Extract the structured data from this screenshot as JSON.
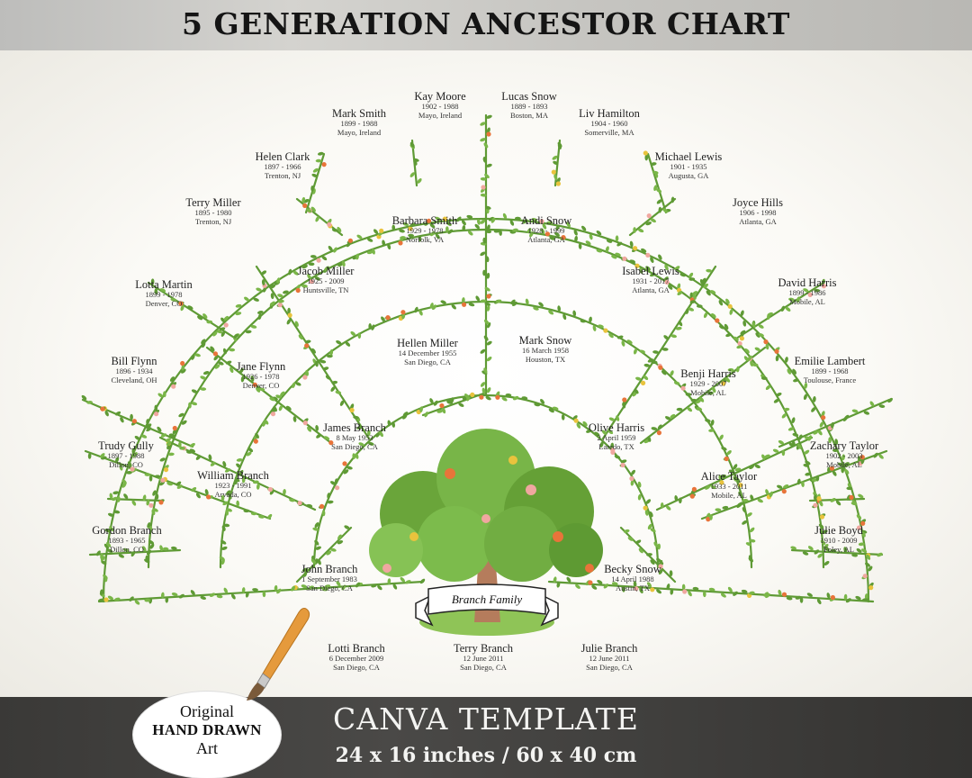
{
  "header": {
    "title": "5 GENERATION ANCESTOR CHART"
  },
  "family_banner": "Branch Family",
  "people": {
    "kay_moore": {
      "name": "Kay Moore",
      "dates": "1902 - 1988",
      "place": "Mayo, Ireland"
    },
    "lucas_snow": {
      "name": "Lucas Snow",
      "dates": "1889 - 1893",
      "place": "Boston, MA"
    },
    "mark_smith": {
      "name": "Mark Smith",
      "dates": "1899 - 1988",
      "place": "Mayo, Ireland"
    },
    "liv_hamilton": {
      "name": "Liv Hamilton",
      "dates": "1904 - 1960",
      "place": "Somerville, MA"
    },
    "helen_clark": {
      "name": "Helen Clark",
      "dates": "1897 - 1966",
      "place": "Trenton, NJ"
    },
    "michael_lewis": {
      "name": "Michael Lewis",
      "dates": "1901 - 1935",
      "place": "Augusta, GA"
    },
    "terry_miller": {
      "name": "Terry Miller",
      "dates": "1895 - 1980",
      "place": "Trenton, NJ"
    },
    "joyce_hills": {
      "name": "Joyce Hills",
      "dates": "1906 - 1998",
      "place": "Atlanta, GA"
    },
    "barbara_smith": {
      "name": "Barbara Smith",
      "dates": "1929 - 1978",
      "place": "Norfolk, VA"
    },
    "andi_snow": {
      "name": "Andi Snow",
      "dates": "1928 - 1999",
      "place": "Atlanta, GA"
    },
    "lotta_martin": {
      "name": "Lotta Martin",
      "dates": "1899 - 1978",
      "place": "Denver, CO"
    },
    "jacob_miller": {
      "name": "Jacob Miller",
      "dates": "1925 - 2009",
      "place": "Huntsville, TN"
    },
    "isabel_lewis": {
      "name": "Isabel Lewis",
      "dates": "1931 - 2017",
      "place": "Atlanta, GA"
    },
    "david_harris": {
      "name": "David Harris",
      "dates": "1899 - 1986",
      "place": "Mobile, AL"
    },
    "hellen_miller": {
      "name": "Hellen Miller",
      "dates": "14 December 1955",
      "place": "San Diego, CA"
    },
    "mark_snow": {
      "name": "Mark Snow",
      "dates": "16 March 1958",
      "place": "Houston, TX"
    },
    "bill_flynn": {
      "name": "Bill Flynn",
      "dates": "1896 - 1934",
      "place": "Cleveland, OH"
    },
    "jane_flynn": {
      "name": "Jane Flynn",
      "dates": "1926 - 1978",
      "place": "Denver, CO"
    },
    "benji_harris": {
      "name": "Benji Harris",
      "dates": "1929 - 2007",
      "place": "Mobile, AL"
    },
    "emilie_lambert": {
      "name": "Emilie Lambert",
      "dates": "1899 - 1968",
      "place": "Toulouse, France"
    },
    "james_branch": {
      "name": "James Branch",
      "dates": "8 May 1953",
      "place": "San Diego, CA"
    },
    "olive_harris": {
      "name": "Olive Harris",
      "dates": "2 April 1959",
      "place": "Laredo, TX"
    },
    "trudy_gully": {
      "name": "Trudy Gully",
      "dates": "1897 - 1988",
      "place": "Dillon, CO"
    },
    "zachary_taylor": {
      "name": "Zachary Taylor",
      "dates": "1902 - 2003",
      "place": "Mobile, AL"
    },
    "william_branch": {
      "name": "William Branch",
      "dates": "1923 - 1991",
      "place": "Arvada, CO"
    },
    "alice_taylor": {
      "name": "Alice Taylor",
      "dates": "1933 - 2011",
      "place": "Mobile, AL"
    },
    "gordon_branch": {
      "name": "Gordon Branch",
      "dates": "1893 - 1965",
      "place": "Dillon, CO"
    },
    "julie_boyd": {
      "name": "Julie Boyd",
      "dates": "1910 - 2009",
      "place": "Foley, AL"
    },
    "john_branch": {
      "name": "John Branch",
      "dates": "1 September 1983",
      "place": "San Diego, CA"
    },
    "becky_snow": {
      "name": "Becky Snow",
      "dates": "14 April 1988",
      "place": "Austin, TX"
    },
    "lotti_branch": {
      "name": "Lotti Branch",
      "dates": "6 December 2009",
      "place": "San Diego, CA"
    },
    "terry_branch": {
      "name": "Terry Branch",
      "dates": "12 June 2011",
      "place": "San Diego, CA"
    },
    "julie_branch": {
      "name": "Julie Branch",
      "dates": "12 June 2011",
      "place": "San Diego, CA"
    }
  },
  "badge": {
    "line1": "Original",
    "line2": "HAND DRAWN",
    "line3": "Art"
  },
  "footer": {
    "title": "CANVA TEMPLATE",
    "size": "24 x 16 inches / 60 x 40 cm"
  },
  "colors": {
    "vine": "#5f9a35",
    "leaf": "#7ab648",
    "flower_orange": "#e8743a",
    "flower_pink": "#f0a7a0",
    "flower_yellow": "#e9c33d",
    "footer_bg": "#3f3e3c",
    "header_bg": "#c9c8c4"
  },
  "icons": [
    "paintbrush-icon",
    "tree-icon",
    "banner-ribbon-icon"
  ]
}
